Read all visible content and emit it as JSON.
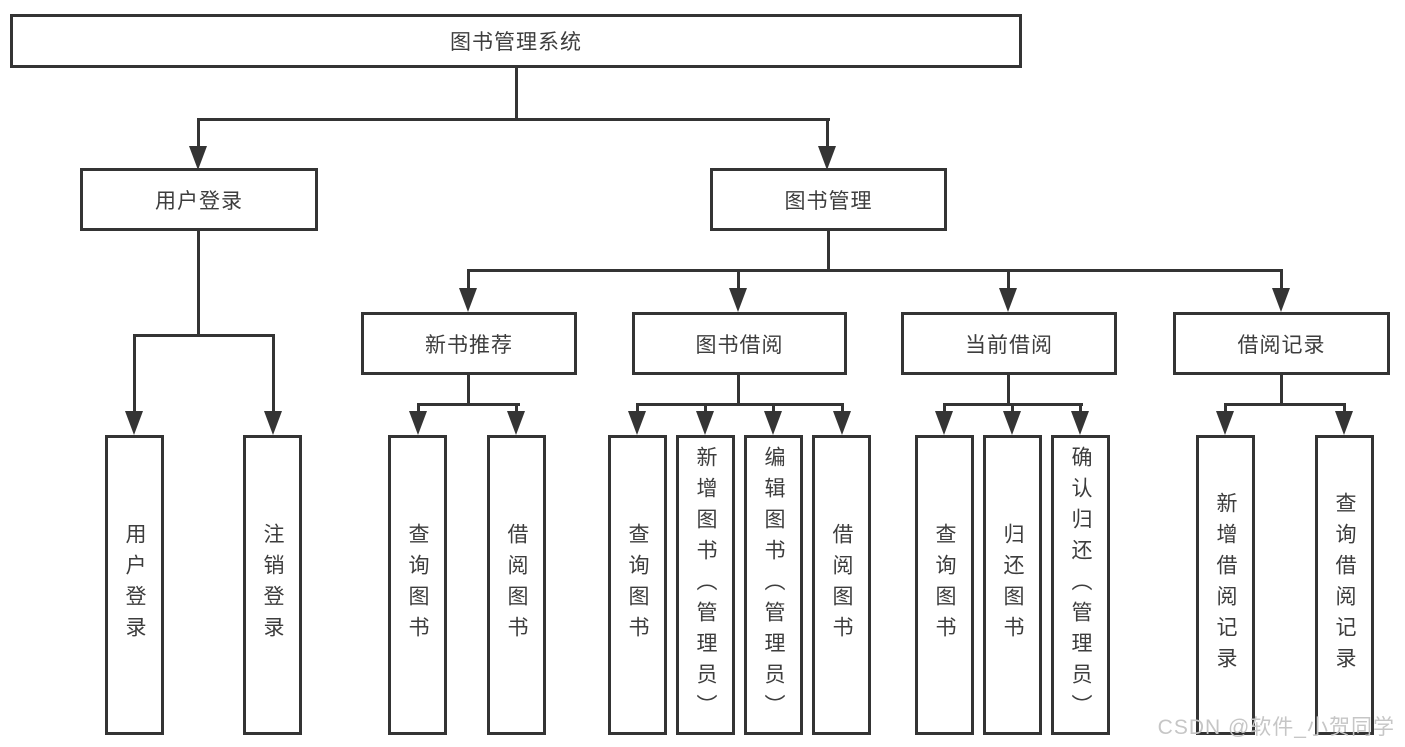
{
  "diagram": {
    "root": {
      "label": "图书管理系统"
    },
    "branches": [
      {
        "label": "用户登录",
        "children": [
          {
            "label": "用户登录"
          },
          {
            "label": "注销登录"
          }
        ]
      },
      {
        "label": "图书管理",
        "groups": [
          {
            "label": "新书推荐",
            "children": [
              {
                "label": "查询图书"
              },
              {
                "label": "借阅图书"
              }
            ]
          },
          {
            "label": "图书借阅",
            "children": [
              {
                "label": "查询图书"
              },
              {
                "label": "新增图书（管理员）"
              },
              {
                "label": "编辑图书（管理员）"
              },
              {
                "label": "借阅图书"
              }
            ]
          },
          {
            "label": "当前借阅",
            "children": [
              {
                "label": "查询图书"
              },
              {
                "label": "归还图书"
              },
              {
                "label": "确认归还（管理员）"
              }
            ]
          },
          {
            "label": "借阅记录",
            "children": [
              {
                "label": "新增借阅记录"
              },
              {
                "label": "查询借阅记录"
              }
            ]
          }
        ]
      }
    ]
  },
  "watermark": {
    "text": "CSDN @软件_小贺同学"
  },
  "colors": {
    "line": "#343434",
    "text": "#3d3d3d",
    "watermark": "#c6c6c6",
    "background": "#ffffff"
  }
}
